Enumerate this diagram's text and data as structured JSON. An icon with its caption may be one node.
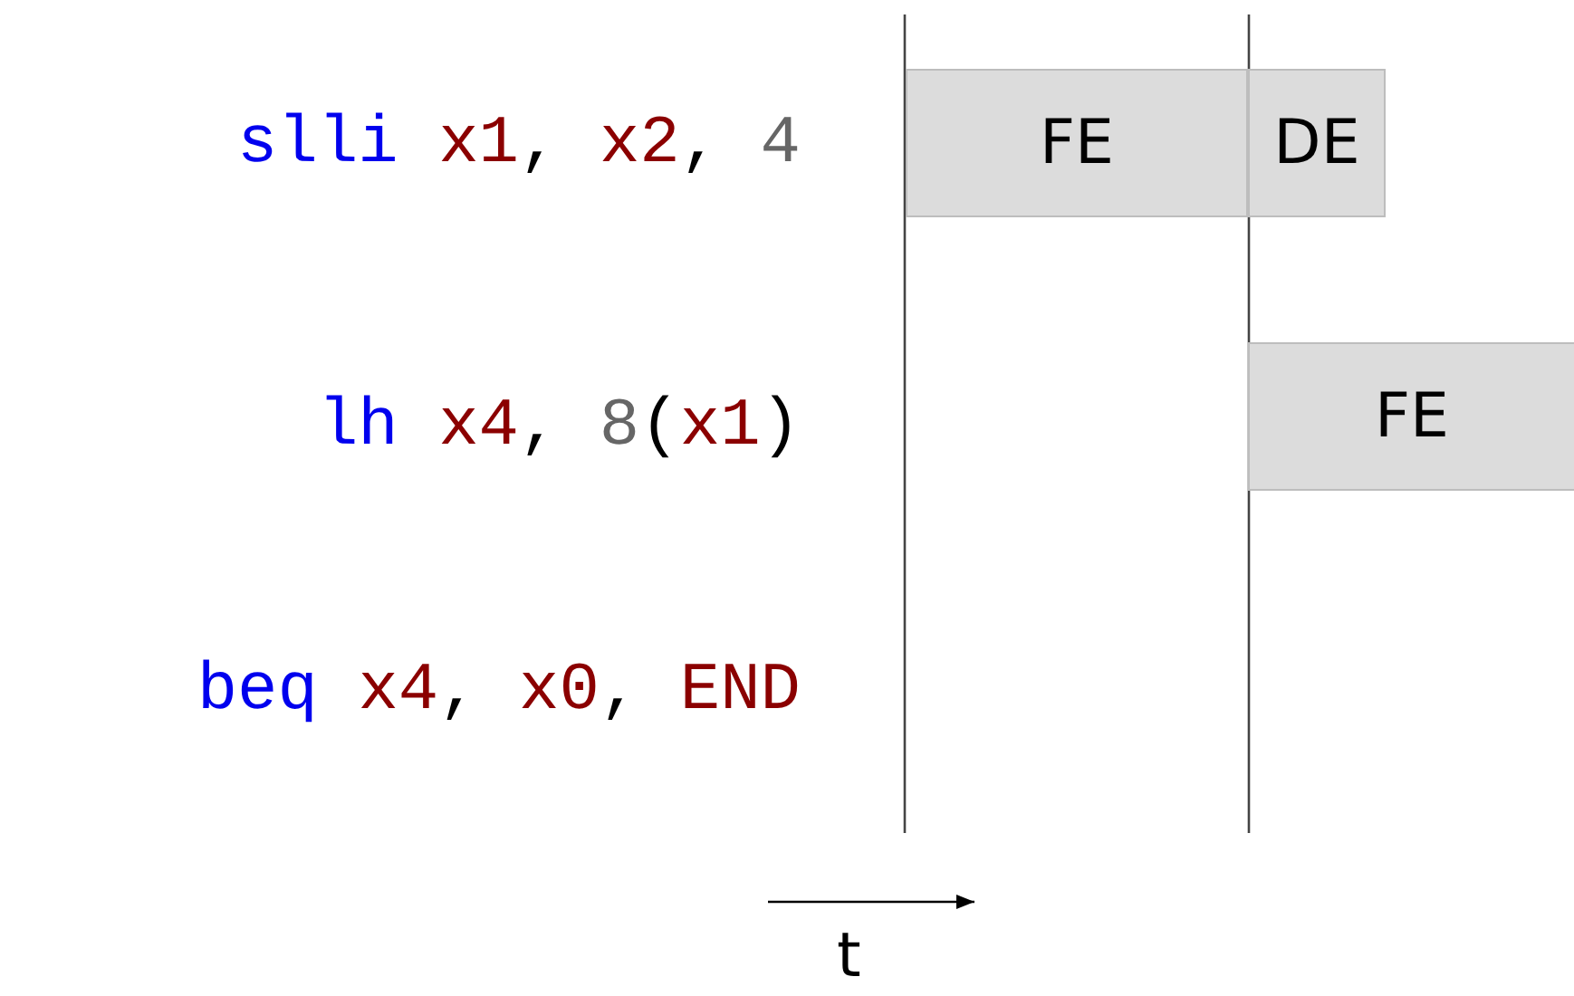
{
  "diagram": {
    "nodes": [
      {
        "text": [
          "FE"
        ]
      },
      {
        "text": [
          "DE"
        ]
      },
      {
        "text": [
          "FE"
        ]
      }
    ],
    "labels": [
      "slli x1, x2, 4",
      "lh x4, 8(x1)",
      "beq x4, x0, END",
      "t"
    ]
  }
}
